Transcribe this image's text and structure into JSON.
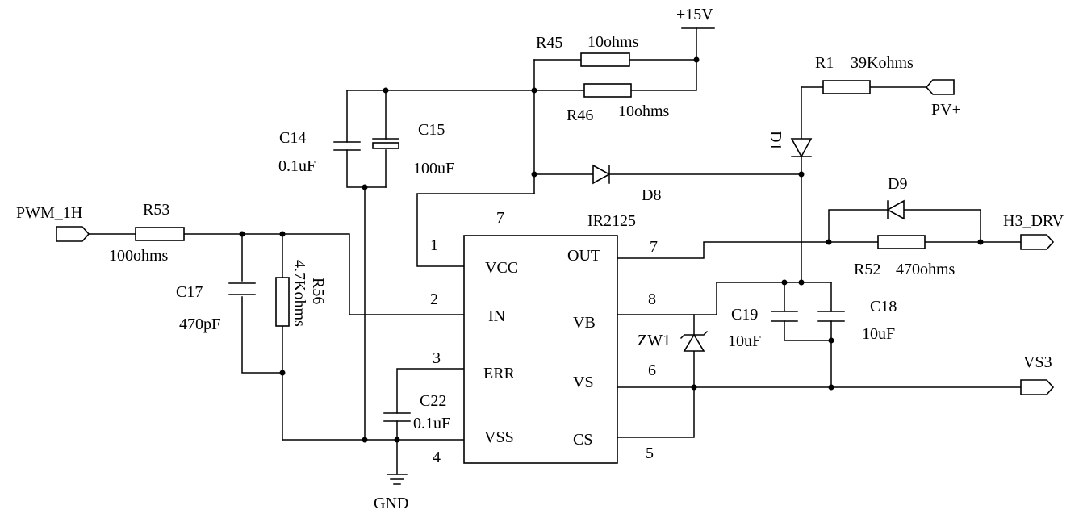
{
  "labels": {
    "pwm_1h": "PWM_1H",
    "r53": "R53",
    "r53_val": "100ohms",
    "c17": "C17",
    "c17_val": "470pF",
    "r56": "R56",
    "r56_val": "4.7Kohms",
    "c14": "C14",
    "c14_val": "0.1uF",
    "c15": "C15",
    "c15_val": "100uF",
    "r45": "R45",
    "r45_val": "10ohms",
    "r46": "R46",
    "r46_val": "10ohms",
    "plus15v": "+15V",
    "r1": "R1",
    "r1_val": "39Kohms",
    "pv_plus": "PV+",
    "d1": "D1",
    "d8": "D8",
    "d9": "D9",
    "h3_drv": "H3_DRV",
    "r52": "R52",
    "r52_val": "470ohms",
    "c19": "C19",
    "c19_val": "10uF",
    "c18": "C18",
    "c18_val": "10uF",
    "zw1": "ZW1",
    "vs3": "VS3",
    "c22": "C22",
    "c22_val": "0.1uF",
    "gnd": "GND"
  },
  "ic": {
    "name": "IR2125",
    "pins": {
      "vcc": "VCC",
      "in": "IN",
      "err": "ERR",
      "vss": "VSS",
      "out": "OUT",
      "vb": "VB",
      "vs": "VS",
      "cs": "CS"
    },
    "pin_numbers": {
      "p1": "1",
      "p2": "2",
      "p3": "3",
      "p4": "4",
      "p5": "5",
      "p6": "6",
      "p7_top": "7",
      "p7_out": "7",
      "p8": "8"
    }
  }
}
